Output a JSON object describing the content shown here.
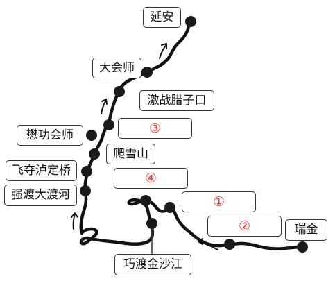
{
  "labels": {
    "yanan": "延安",
    "dahuishi": "大会师",
    "jizhan": "激战腊子口",
    "maogong": "懋功会师",
    "paxueshan": "爬雪山",
    "feiduo": "飞夺泸定桥",
    "qiangdu": "强渡大渡河",
    "qiaodu": "巧渡金沙江",
    "ruijin": "瑞金"
  },
  "blanks": {
    "b1": "①",
    "b2": "②",
    "b3": "③",
    "b4": "④"
  },
  "colors": {
    "route": "#111111",
    "blank_number": "#e03232",
    "box_border": "#333333"
  }
}
